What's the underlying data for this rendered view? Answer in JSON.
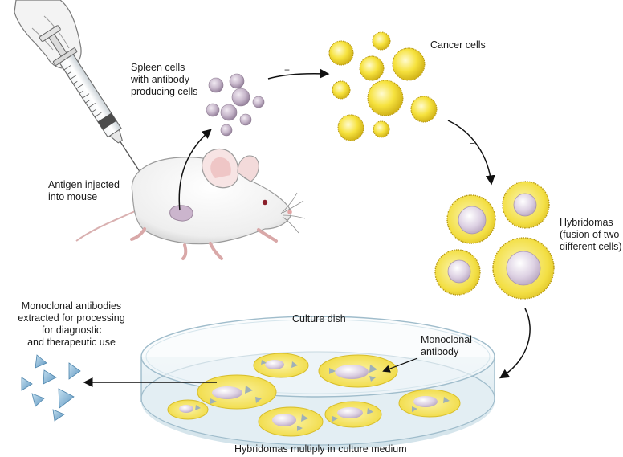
{
  "labels": {
    "spleen": "Spleen cells\nwith antibody-\nproducing cells",
    "cancer": "Cancer cells",
    "antigen": "Antigen injected\ninto mouse",
    "hybridomas": "Hybridomas\n(fusion of two\ndifferent cells)",
    "monoclonal_extracted": "Monoclonal antibodies\nextracted for processing\nfor diagnostic\nand therapeutic use",
    "culture_dish": "Culture dish",
    "monoclonal_antibody": "Monoclonal\nantibody",
    "multiply": "Hybridomas multiply in culture medium"
  },
  "operators": {
    "plus": "+",
    "equals": "="
  },
  "colors": {
    "spleen_cell": "#b9a6be",
    "cancer_cell": "#f2dc2c",
    "hybridoma_nucleus": "#d9cde0",
    "antibody": "#8fbcd8",
    "dish_rim": "#c7dde6"
  }
}
